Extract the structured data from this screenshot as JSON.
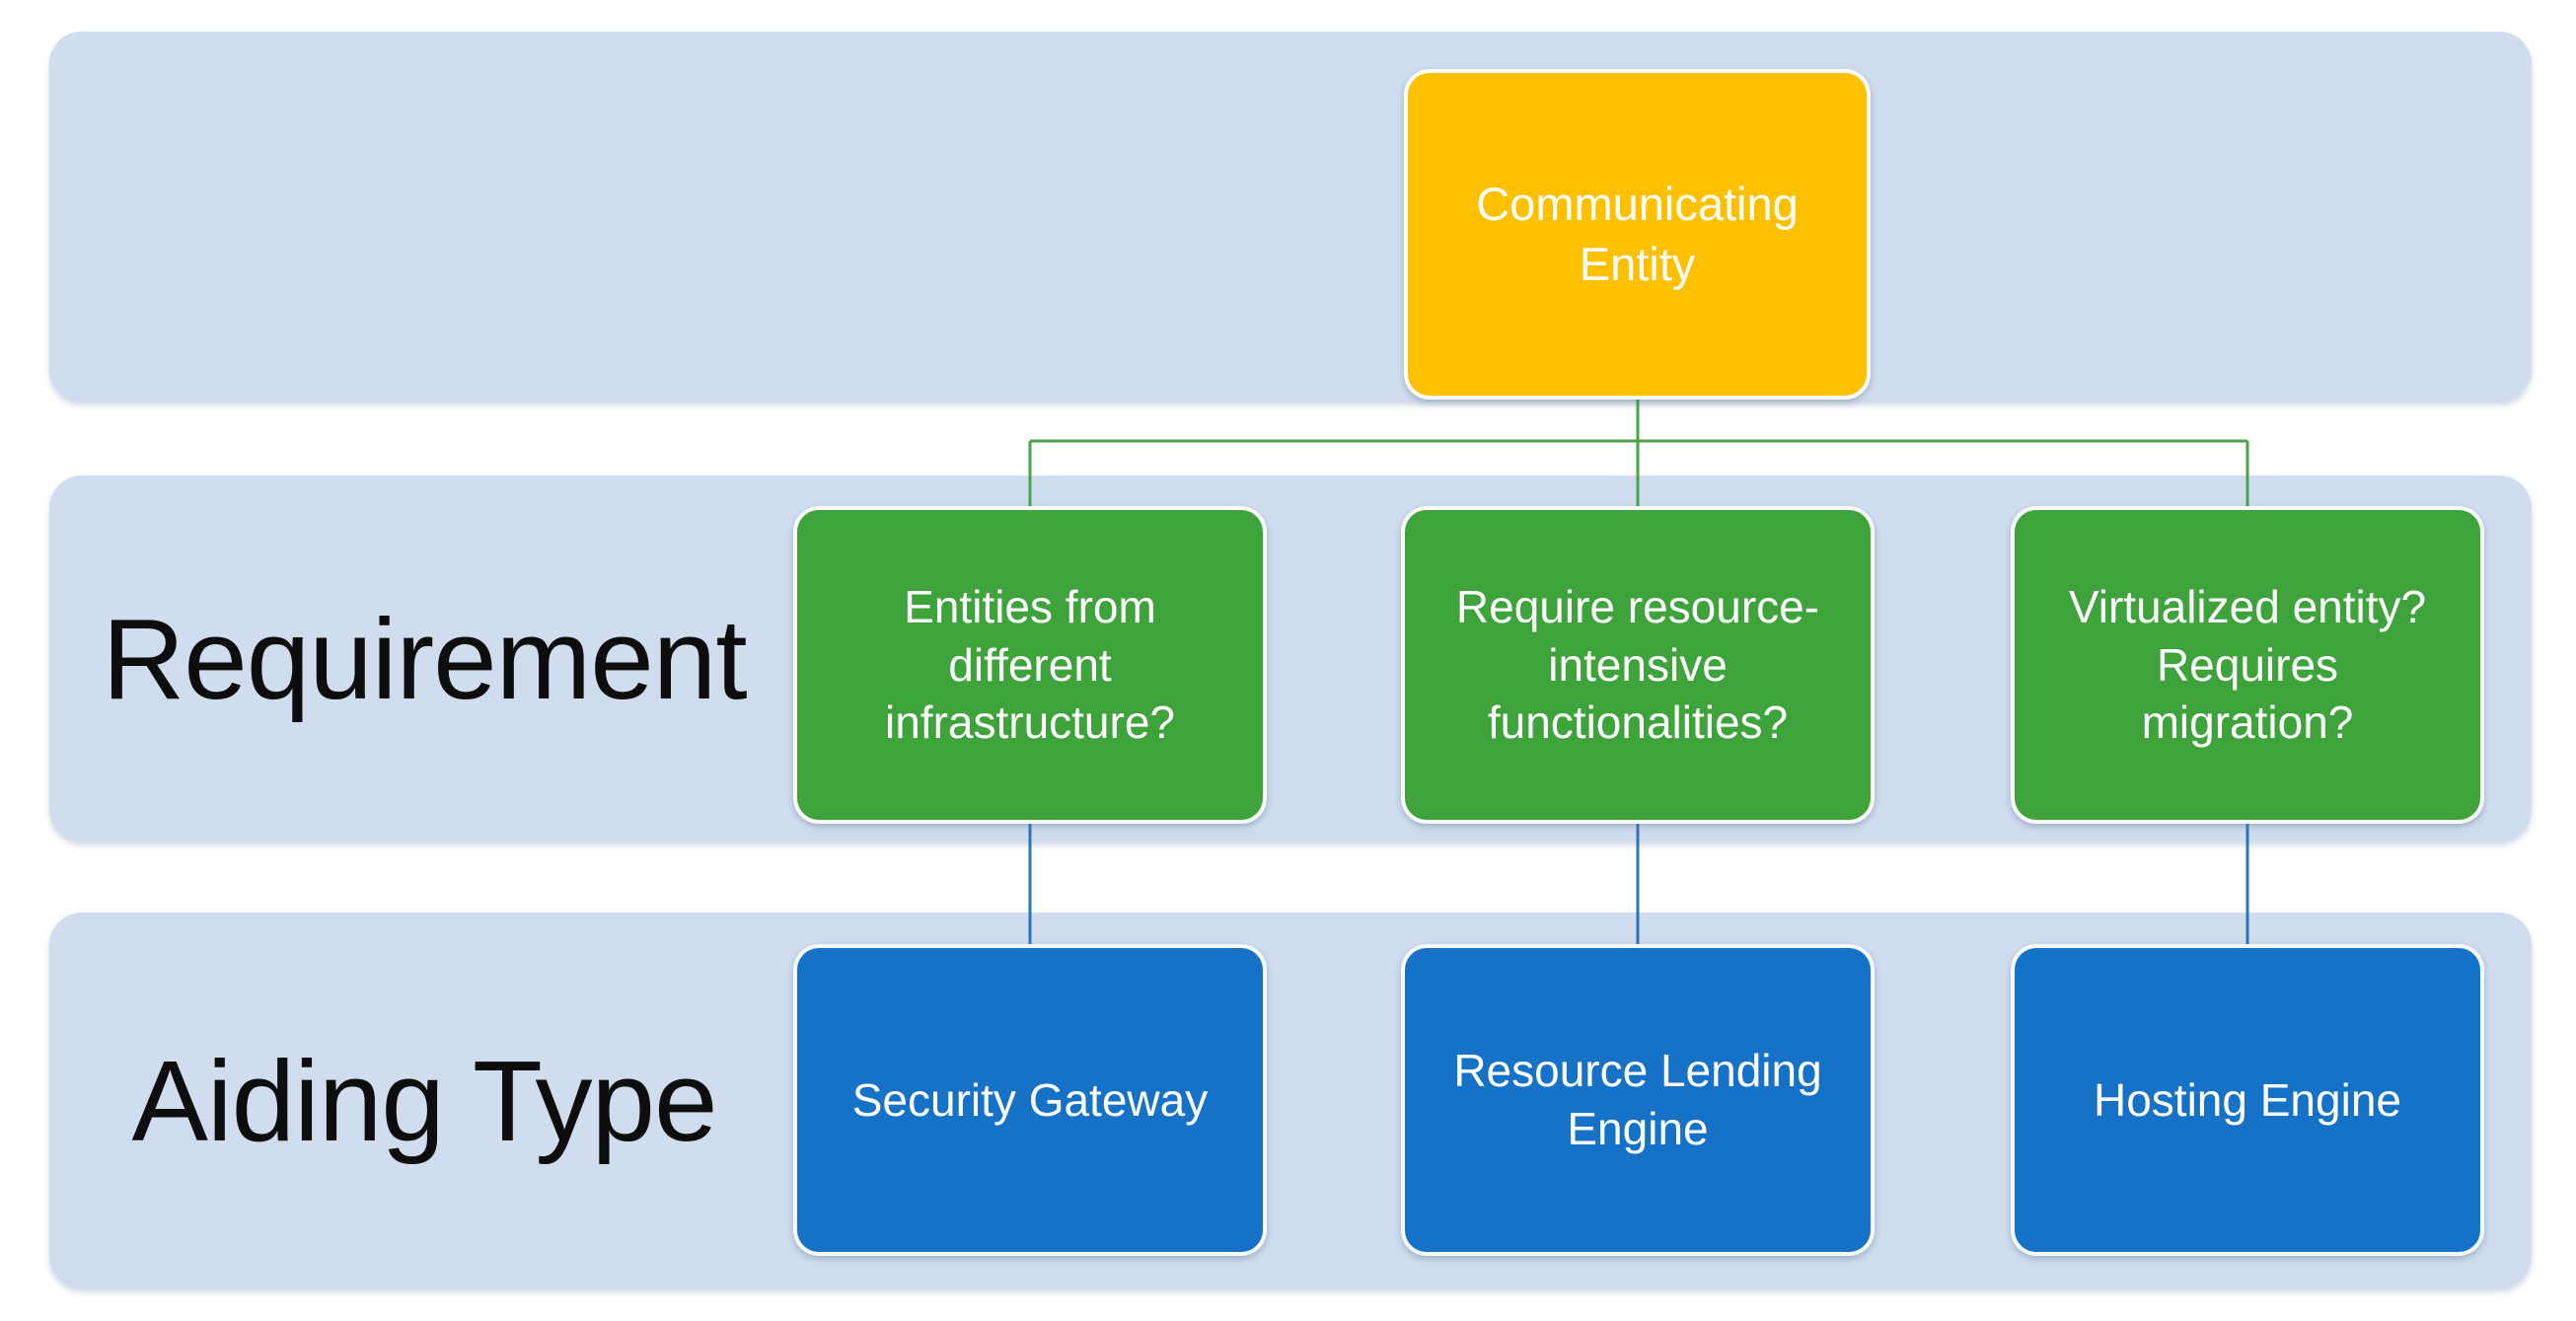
{
  "diagram": {
    "root": {
      "label": "Communicating Entity"
    },
    "row_labels": {
      "requirement": "Requirement",
      "aiding_type": "Aiding Type"
    },
    "columns": [
      {
        "requirement": "Entities from different infrastructure?",
        "aiding_type": "Security Gateway"
      },
      {
        "requirement": "Require resource-intensive functionalities?",
        "aiding_type": "Resource Lending Engine"
      },
      {
        "requirement": "Virtualized entity? Requires migration?",
        "aiding_type": "Hosting Engine"
      }
    ],
    "colors": {
      "page_bg": "#ffffff",
      "band_fill": "#cfddef",
      "root_fill": "#ffc000",
      "requirement_fill": "#3fa33c",
      "aiding_fill": "#1672c6",
      "connector_green": "#4ea24b",
      "connector_blue": "#2e75b6",
      "label_color": "#0d0d0d",
      "box_text": "#ffffff"
    }
  }
}
